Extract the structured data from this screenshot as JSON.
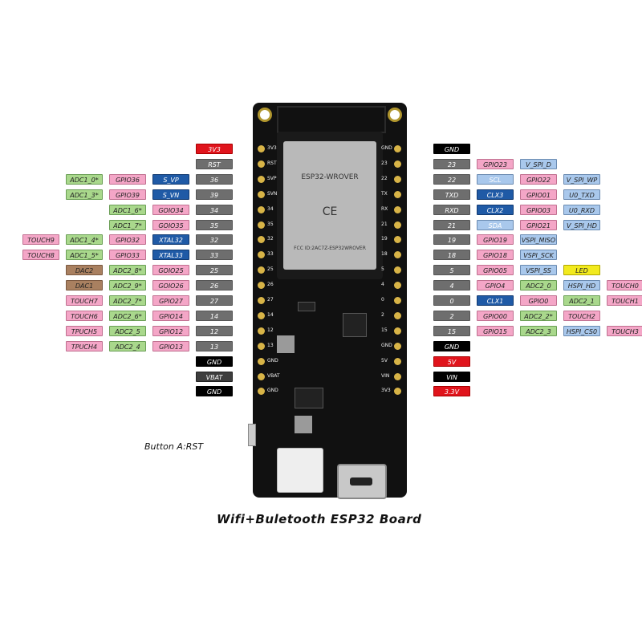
{
  "title": "Wifi+Buletooth ESP32 Board",
  "button_caption": "Button A:RST",
  "module_label": "ESP32-WROVER",
  "module_cert": "FCC ID:2AC7Z-ESP32WROVER",
  "left_silk": [
    "3V3",
    "RST",
    "SVP",
    "SVN",
    "34",
    "35",
    "32",
    "33",
    "25",
    "26",
    "27",
    "14",
    "12",
    "13",
    "GND",
    "VBAT",
    "GND"
  ],
  "right_silk": [
    "GND",
    "23",
    "22",
    "TX",
    "RX",
    "21",
    "19",
    "18",
    "5",
    "4",
    "0",
    "2",
    "15",
    "GND",
    "5V",
    "VIN",
    "3V3"
  ],
  "colors": {
    "pin": "#6e6e6e",
    "power": "#e0141c",
    "ground": "#000000",
    "touch": "#f4a6c7",
    "adc": "#a9d88c",
    "gpio": "#f4a6c7",
    "special": "#1f5aa6",
    "spi": "#a9c8ec",
    "dac": "#a98060",
    "led": "#f2ea1e"
  },
  "left_pins": [
    [
      {
        "t": "3V3",
        "c": "red"
      }
    ],
    [
      {
        "t": "RST",
        "c": "pin"
      }
    ],
    [
      {
        "t": "36",
        "c": "pin"
      },
      {
        "t": "S_VP",
        "c": "blue"
      },
      {
        "t": "GPIO36",
        "c": "pink"
      },
      {
        "t": "ADC1_0*",
        "c": "green"
      }
    ],
    [
      {
        "t": "39",
        "c": "pin"
      },
      {
        "t": "S_VN",
        "c": "blue"
      },
      {
        "t": "GPIO39",
        "c": "pink"
      },
      {
        "t": "ADC1_3*",
        "c": "green"
      }
    ],
    [
      {
        "t": "34",
        "c": "pin"
      },
      {
        "t": "GOIO34",
        "c": "pink"
      },
      {
        "t": "ADC1_6*",
        "c": "green"
      }
    ],
    [
      {
        "t": "35",
        "c": "pin"
      },
      {
        "t": "GOIO35",
        "c": "pink"
      },
      {
        "t": "ADC1_7*",
        "c": "green"
      }
    ],
    [
      {
        "t": "32",
        "c": "pin"
      },
      {
        "t": "XTAL32",
        "c": "blue"
      },
      {
        "t": "GPIO32",
        "c": "pink"
      },
      {
        "t": "ADC1_4*",
        "c": "green"
      },
      {
        "t": "TOUCH9",
        "c": "pink"
      }
    ],
    [
      {
        "t": "33",
        "c": "pin"
      },
      {
        "t": "XTAL33",
        "c": "blue"
      },
      {
        "t": "GPIO33",
        "c": "pink"
      },
      {
        "t": "ADC1_5*",
        "c": "green"
      },
      {
        "t": "TOUCH8",
        "c": "pink"
      }
    ],
    [
      {
        "t": "25",
        "c": "pin"
      },
      {
        "t": "GOIO25",
        "c": "pink"
      },
      {
        "t": "ADC2_8*",
        "c": "green"
      },
      {
        "t": "DAC2",
        "c": "brown"
      }
    ],
    [
      {
        "t": "26",
        "c": "pin"
      },
      {
        "t": "GOIO26",
        "c": "pink"
      },
      {
        "t": "ADC2_9*",
        "c": "green"
      },
      {
        "t": "DAC1",
        "c": "brown"
      }
    ],
    [
      {
        "t": "27",
        "c": "pin"
      },
      {
        "t": "GPIO27",
        "c": "pink"
      },
      {
        "t": "ADC2_7*",
        "c": "green"
      },
      {
        "t": "TOUCH7",
        "c": "pink"
      }
    ],
    [
      {
        "t": "14",
        "c": "pin"
      },
      {
        "t": "GPIO14",
        "c": "pink"
      },
      {
        "t": "ADC2_6*",
        "c": "green"
      },
      {
        "t": "TOUCH6",
        "c": "pink"
      }
    ],
    [
      {
        "t": "12",
        "c": "pin"
      },
      {
        "t": "GPIO12",
        "c": "pink"
      },
      {
        "t": "ADC2_5",
        "c": "green"
      },
      {
        "t": "TPUCH5",
        "c": "pink"
      }
    ],
    [
      {
        "t": "13",
        "c": "pin"
      },
      {
        "t": "GPIO13",
        "c": "pink"
      },
      {
        "t": "ADC2_4",
        "c": "green"
      },
      {
        "t": "TPUCH4",
        "c": "pink"
      }
    ],
    [
      {
        "t": "GND",
        "c": "black"
      }
    ],
    [
      {
        "t": "VBAT",
        "c": "darkgray"
      }
    ],
    [
      {
        "t": "GND",
        "c": "black"
      }
    ]
  ],
  "right_pins": [
    [
      {
        "t": "GND",
        "c": "black"
      }
    ],
    [
      {
        "t": "23",
        "c": "pin"
      },
      {
        "t": "GPIO23",
        "c": "pink"
      },
      {
        "t": "V_SPI_D",
        "c": "lightblue"
      }
    ],
    [
      {
        "t": "22",
        "c": "pin"
      },
      {
        "t": "SCL",
        "c": "skyblue"
      },
      {
        "t": "GPIO22",
        "c": "pink"
      },
      {
        "t": "V_SPI_WP",
        "c": "lightblue"
      }
    ],
    [
      {
        "t": "TXD",
        "c": "pin"
      },
      {
        "t": "CLX3",
        "c": "blue"
      },
      {
        "t": "GPIO01",
        "c": "pink"
      },
      {
        "t": "U0_TXD",
        "c": "lightblue"
      }
    ],
    [
      {
        "t": "RXD",
        "c": "pin"
      },
      {
        "t": "CLX2",
        "c": "blue"
      },
      {
        "t": "GPIO03",
        "c": "pink"
      },
      {
        "t": "U0_RXD",
        "c": "lightblue"
      }
    ],
    [
      {
        "t": "21",
        "c": "pin"
      },
      {
        "t": "SDA",
        "c": "skyblue"
      },
      {
        "t": "GPIO21",
        "c": "pink"
      },
      {
        "t": "V_SPI_HD",
        "c": "lightblue"
      }
    ],
    [
      {
        "t": "19",
        "c": "pin"
      },
      {
        "t": "GPIO19",
        "c": "pink"
      },
      {
        "t": "VSPI_MISO",
        "c": "lightblue"
      }
    ],
    [
      {
        "t": "18",
        "c": "pin"
      },
      {
        "t": "GPIO18",
        "c": "pink"
      },
      {
        "t": "VSPI_SCK",
        "c": "lightblue"
      }
    ],
    [
      {
        "t": "5",
        "c": "pin"
      },
      {
        "t": "GPIO05",
        "c": "pink"
      },
      {
        "t": "VSPI_SS",
        "c": "lightblue"
      },
      {
        "t": "LED",
        "c": "yellow"
      }
    ],
    [
      {
        "t": "4",
        "c": "pin"
      },
      {
        "t": "GPIO4",
        "c": "pink"
      },
      {
        "t": "ADC2_0",
        "c": "green"
      },
      {
        "t": "HSPI_HD",
        "c": "lightblue"
      },
      {
        "t": "TOUCH0",
        "c": "pink"
      }
    ],
    [
      {
        "t": "0",
        "c": "pin"
      },
      {
        "t": "CLX1",
        "c": "blue"
      },
      {
        "t": "GPIO0",
        "c": "pink"
      },
      {
        "t": "ADC2_1",
        "c": "green"
      },
      {
        "t": "TOUCH1",
        "c": "pink"
      }
    ],
    [
      {
        "t": "2",
        "c": "pin"
      },
      {
        "t": "GPIO00",
        "c": "pink"
      },
      {
        "t": "ADC2_2*",
        "c": "green"
      },
      {
        "t": "TOUCH2",
        "c": "pink"
      }
    ],
    [
      {
        "t": "15",
        "c": "pin"
      },
      {
        "t": "GPIO15",
        "c": "pink"
      },
      {
        "t": "ADC2_3",
        "c": "green"
      },
      {
        "t": "HSPI_CS0",
        "c": "lightblue"
      },
      {
        "t": "TOUCH3",
        "c": "pink"
      }
    ],
    [
      {
        "t": "GND",
        "c": "black"
      }
    ],
    [
      {
        "t": "5V",
        "c": "red"
      }
    ],
    [
      {
        "t": "VIN",
        "c": "black"
      }
    ],
    [
      {
        "t": "3.3V",
        "c": "red"
      }
    ]
  ]
}
